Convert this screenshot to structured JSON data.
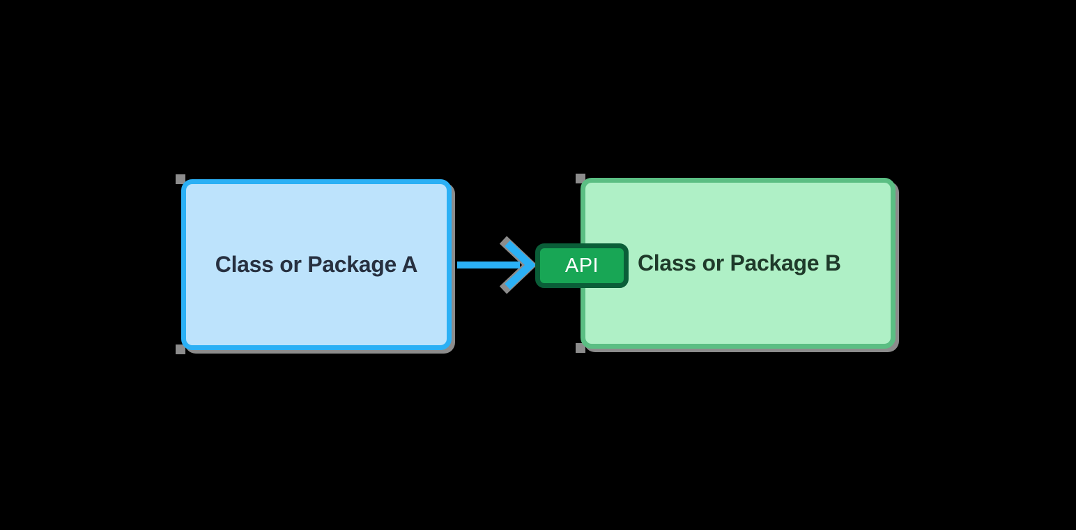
{
  "diagram": {
    "node_a": {
      "label": "Class or Package A"
    },
    "node_b": {
      "label": "Class or Package B"
    },
    "api_badge": {
      "label": "API"
    },
    "relationship": "node_a depends on node_b through its API"
  },
  "colors": {
    "background": "#000000",
    "box-a-fill": "#BDE3FC",
    "box-a-border": "#2BB0F5",
    "box-a-text": "#273040",
    "box-b-fill": "#AFF0C6",
    "box-b-border": "#5BBE83",
    "box-b-text": "#1F3A2A",
    "badge-fill": "#18A655",
    "badge-border": "#0A5E38",
    "badge-text": "#FFFFFF",
    "arrow": "#2BB0F5",
    "shadow": "#8C8C8C"
  }
}
